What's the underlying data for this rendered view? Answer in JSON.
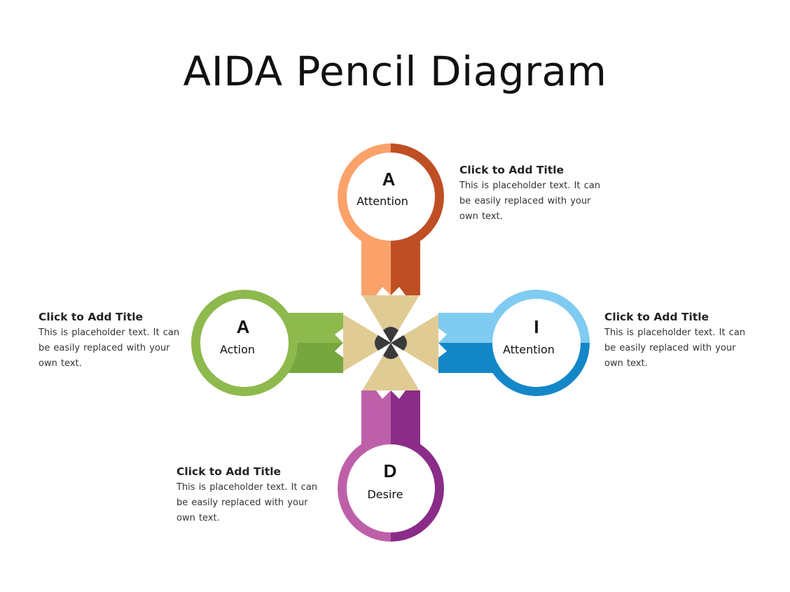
{
  "title": "AIDA Pencil Diagram",
  "colors": {
    "attention_light": "#FBA26A",
    "attention_dark": "#BF4E25",
    "interest_light": "#7FCBF1",
    "interest_dark": "#1387C8",
    "desire_light": "#BE60A9",
    "desire_dark": "#8A2C88",
    "action_light": "#8EB94D",
    "action_dark": "#76A63D",
    "wood": "#E0CB94",
    "lead": "#3A3A3A"
  },
  "stages": {
    "top": {
      "letter": "A",
      "word": "Attention"
    },
    "right": {
      "letter": "I",
      "word": "Attention"
    },
    "bottom": {
      "letter": "D",
      "word": "Desire"
    },
    "left": {
      "letter": "A",
      "word": "Action"
    }
  },
  "callouts": {
    "top_right": {
      "title": "Click to Add Title",
      "body": "This is placeholder text. It can be easily replaced with your own text."
    },
    "right": {
      "title": "Click to Add Title",
      "body": "This is placeholder text. It can be easily replaced with your own text."
    },
    "bottom_left": {
      "title": "Click to Add Title",
      "body": "This is placeholder text. It can be easily replaced with your own text."
    },
    "left": {
      "title": "Click to Add Title",
      "body": "This is placeholder text. It can be easily replaced with your own text."
    }
  }
}
